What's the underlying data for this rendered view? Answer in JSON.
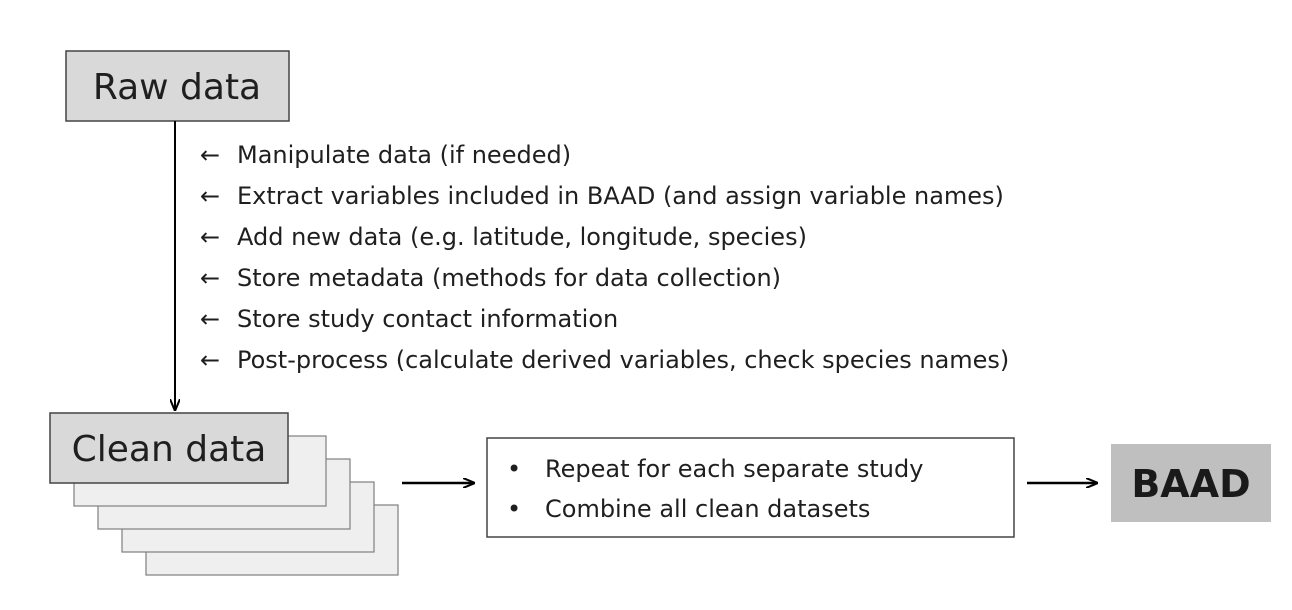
{
  "raw_box": {
    "label": "Raw data"
  },
  "steps": [
    {
      "arrow": "←",
      "text": "Manipulate data (if needed)"
    },
    {
      "arrow": "←",
      "text": "Extract variables included in BAAD (and assign variable names)"
    },
    {
      "arrow": "←",
      "text": "Add new data (e.g. latitude, longitude, species)"
    },
    {
      "arrow": "←",
      "text": "Store metadata (methods for data collection)"
    },
    {
      "arrow": "←",
      "text": "Store study contact information"
    },
    {
      "arrow": "←",
      "text": "Post-process (calculate derived variables, check species names)"
    }
  ],
  "clean_box": {
    "label": "Clean data"
  },
  "process_box": {
    "bullet": "•",
    "items": [
      "Repeat for each separate study",
      "Combine all clean datasets"
    ]
  },
  "output_box": {
    "label": "BAAD"
  },
  "colors": {
    "box_fill": "#d9d9d9",
    "stack_fill": "#efefef",
    "output_fill": "#bfbfbf",
    "stroke": "#444444"
  }
}
